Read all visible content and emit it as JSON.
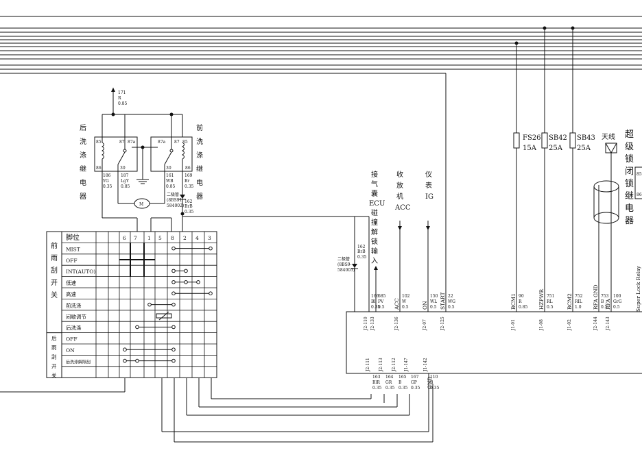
{
  "wire_top": {
    "code": "171",
    "color": "R",
    "size": "0.85"
  },
  "rear_relay": {
    "name_chars": [
      "后",
      "洗",
      "涤",
      "继",
      "电",
      "器"
    ],
    "pins": [
      "85",
      "87",
      "87a",
      "86",
      "30"
    ]
  },
  "front_relay": {
    "name_chars": [
      "前",
      "洗",
      "涤",
      "继",
      "电",
      "器"
    ],
    "pins": [
      "87a",
      "87",
      "85",
      "30",
      "86"
    ]
  },
  "relay_wires": [
    {
      "code": "186",
      "color": "YG",
      "size": "0.35"
    },
    {
      "code": "187",
      "color": "LgY",
      "size": "0.85"
    },
    {
      "code": "161",
      "color": "WB",
      "size": "0.85"
    },
    {
      "code": "169",
      "color": "Br",
      "size": "0.35"
    }
  ],
  "diode_a": {
    "lines": [
      "二极管",
      "(8BS91",
      "584002)"
    ]
  },
  "wire_162a": {
    "code": "162",
    "color": "BrB",
    "size": "0.35"
  },
  "motor": {
    "label": "M"
  },
  "switch_table": {
    "header_label": "脚位",
    "pins": [
      "6",
      "7",
      "1",
      "5",
      "8",
      "2",
      "4",
      "3"
    ],
    "groups": [
      {
        "name_chars": [
          "前",
          "雨",
          "刮",
          "开",
          "关"
        ]
      },
      {
        "name_chars": [
          "后",
          "雨",
          "刮",
          "开",
          "关"
        ]
      }
    ],
    "rows": [
      "MIST",
      "OFF",
      "INT(AUTO)",
      "低速",
      "高速",
      "前洗涤",
      "间歇调节",
      "后洗涤",
      "OFF",
      "ON",
      "后洗涤解除刮"
    ]
  },
  "diode_b": {
    "lines": [
      "二极管",
      "(8BS9-",
      "584003)"
    ]
  },
  "wire_162b": {
    "code": "162",
    "color": "BrB",
    "size": "0.35"
  },
  "inputs": [
    {
      "chars": [
        "接",
        "气",
        "囊",
        "ECU",
        "碰",
        "撞",
        "解",
        "锁",
        "输",
        "入"
      ]
    },
    {
      "chars": [
        "收",
        "放",
        "机",
        "ACC"
      ]
    },
    {
      "chars": [
        "仪",
        "表",
        "IG"
      ]
    }
  ],
  "ecu_top_pins": [
    {
      "pin": "J2-110",
      "code": "166",
      "color": "Bl",
      "size": "0.35",
      "sig": ""
    },
    {
      "pin": "J2-133",
      "code": "685",
      "color": "PV",
      "size": "0.5",
      "sig": ""
    },
    {
      "pin": "J2-136",
      "code": "102",
      "color": "W",
      "size": "0.5",
      "sig": "ACC"
    },
    {
      "pin": "J2-07",
      "code": "150",
      "color": "WL",
      "size": "0.5",
      "sig": "ON"
    },
    {
      "pin": "J2-125",
      "code": "22",
      "color": "WG",
      "size": "0.5",
      "sig": "START"
    },
    {
      "pin": "J1-01",
      "code": "90",
      "color": "R",
      "size": "0.85",
      "sig": "BCM1"
    },
    {
      "pin": "J1-08",
      "code": "751",
      "color": "RL",
      "size": "0.5",
      "sig": "HZPWR"
    },
    {
      "pin": "J1-02",
      "code": "752",
      "color": "RIL",
      "size": "1.0",
      "sig": "BCM2"
    },
    {
      "pin": "J2-144",
      "code": "753",
      "color": "B",
      "size": "0.5",
      "sig": "RFA GND"
    },
    {
      "pin": "J2-143",
      "code": "100",
      "color": "GrG",
      "size": "0.5",
      "sig": "RFA"
    }
  ],
  "ecu_bottom_pins": [
    {
      "pin": "J2-111",
      "code": "163",
      "color": "BlR",
      "size": "0.35",
      "sig": ""
    },
    {
      "pin": "J2-113",
      "code": "164",
      "color": "GR",
      "size": "0.35",
      "sig": ""
    },
    {
      "pin": "J2-112",
      "code": "165",
      "color": "B",
      "size": "0.35",
      "sig": ""
    },
    {
      "pin": "J1-147",
      "code": "167",
      "color": "GP",
      "size": "0.35",
      "sig": ""
    },
    {
      "pin": "J1-142",
      "code": "110",
      "color": "B",
      "size": "0.35",
      "sig": "GND"
    }
  ],
  "fuses": [
    {
      "name": "FS26",
      "rating": "15A"
    },
    {
      "name": "SB42",
      "rating": "25A"
    },
    {
      "name": "SB43",
      "rating": "25A"
    }
  ],
  "antenna_label": "天线",
  "super_lock": {
    "chars": [
      "超",
      "级",
      "锁",
      "闭",
      "锁",
      "继",
      "电",
      "器"
    ],
    "pins": [
      "85",
      "86"
    ]
  },
  "super_lock_text": "Super Lock Relay"
}
